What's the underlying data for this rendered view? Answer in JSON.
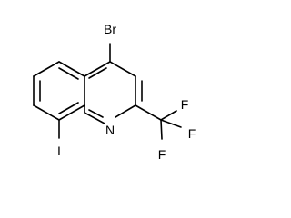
{
  "molecule": {
    "labels": {
      "bromine": "Br",
      "iodine": "I",
      "nitrogen": "N",
      "fluorine_top": "F",
      "fluorine_right": "F",
      "fluorine_bottom": "F"
    },
    "colors": {
      "bond": "#000000",
      "label": "#000000",
      "background": "#ffffff"
    }
  }
}
